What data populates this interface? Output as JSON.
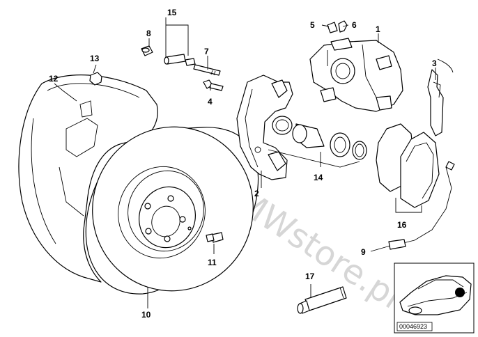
{
  "watermark": "www.BMWstore.pl",
  "reference_code": "00046923",
  "callouts": {
    "c1": "1",
    "c2": "2",
    "c3": "3",
    "c4": "4",
    "c5": "5",
    "c6": "6",
    "c7": "7",
    "c8": "8",
    "c9": "9",
    "c10": "10",
    "c11": "11",
    "c12": "12",
    "c13": "13",
    "c14": "14",
    "c15": "15",
    "c16": "16",
    "c17": "17"
  }
}
